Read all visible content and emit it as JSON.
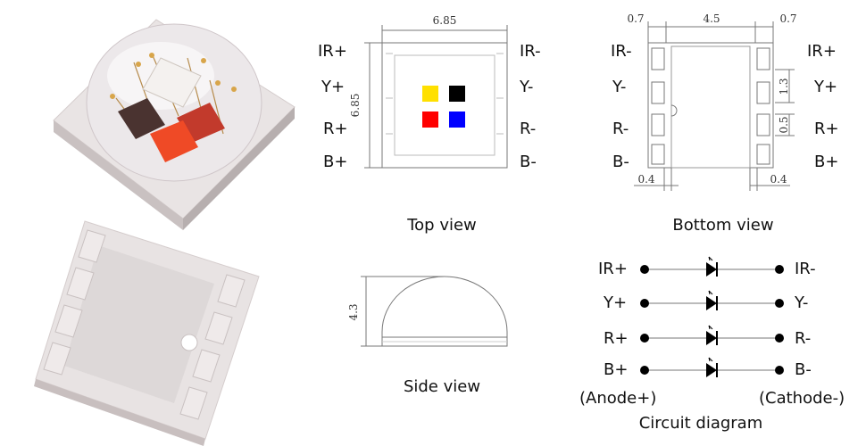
{
  "top_view": {
    "caption": "Top view",
    "dim_width": "6.85",
    "dim_height": "6.85",
    "left_labels": [
      "IR+",
      "Y+",
      "R+",
      "B+"
    ],
    "right_labels": [
      "IR-",
      "Y-",
      "R-",
      "B-"
    ],
    "chip_colors": [
      "#ffe000",
      "#000000",
      "#ff0000",
      "#0000ff"
    ]
  },
  "bottom_view": {
    "caption": "Bottom view",
    "dim_left": "0.7",
    "dim_center": "4.5",
    "dim_right": "0.7",
    "dim_pad_pitch": "1.3",
    "dim_pad_gap": "0.5",
    "dim_bottom_left": "0.4",
    "dim_bottom_right": "0.4",
    "left_labels": [
      "IR-",
      "Y-",
      "R-",
      "B-"
    ],
    "right_labels": [
      "IR+",
      "Y+",
      "R+",
      "B+"
    ]
  },
  "side_view": {
    "caption": "Side view",
    "dim_height": "4.3"
  },
  "circuit": {
    "caption": "Circuit diagram",
    "anode_labels": [
      "IR+",
      "Y+",
      "R+",
      "B+"
    ],
    "cathode_labels": [
      "IR-",
      "Y-",
      "R-",
      "B-"
    ],
    "anode_note": "(Anode+)",
    "cathode_note": "(Cathode-)"
  }
}
